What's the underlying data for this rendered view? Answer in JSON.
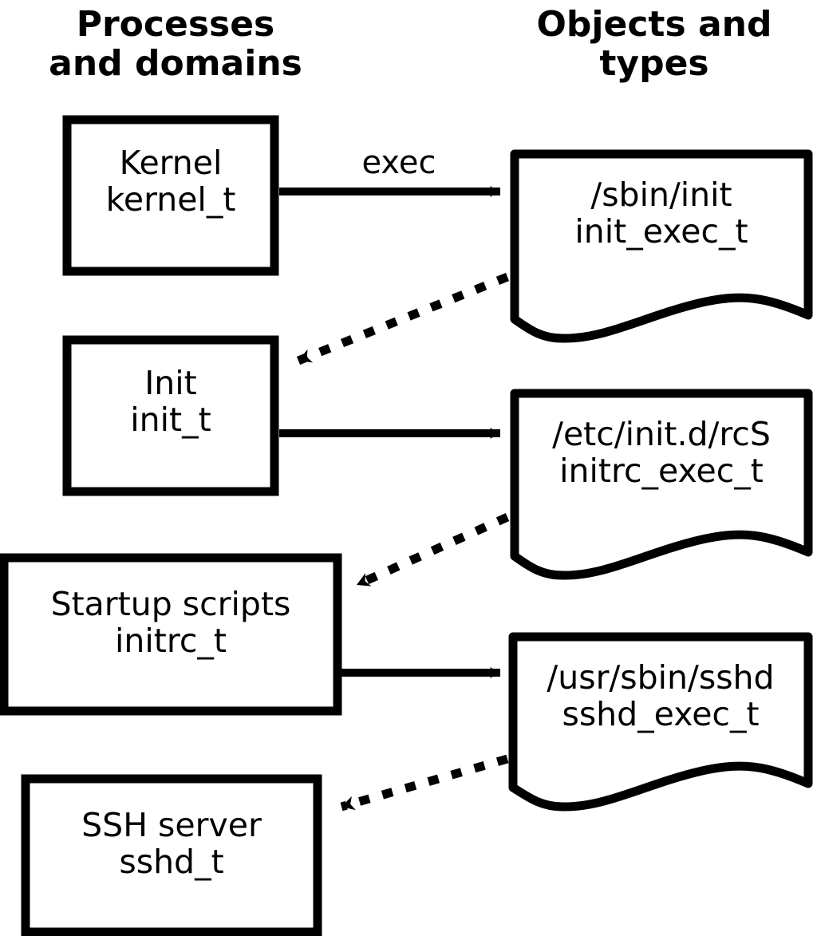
{
  "diagram": {
    "title_left": "Processes\nand domains",
    "title_right": "Objects and\ntypes",
    "colors": {
      "stroke": "#000000",
      "fill": "#ffffff",
      "text": "#000000"
    },
    "process_nodes": [
      {
        "id": "kernel",
        "name": "Kernel",
        "type": "kernel_t",
        "label": "Kernel\nkernel_t"
      },
      {
        "id": "init",
        "name": "Init",
        "type": "init_t",
        "label": "Init\ninit_t"
      },
      {
        "id": "initrc",
        "name": "Startup scripts",
        "type": "initrc_t",
        "label": "Startup scripts\ninitrc_t"
      },
      {
        "id": "sshd",
        "name": "SSH server",
        "type": "sshd_t",
        "label": "SSH server\nsshd_t"
      }
    ],
    "object_nodes": [
      {
        "id": "init_exec",
        "path": "/sbin/init",
        "type": "init_exec_t",
        "label": "/sbin/init\ninit_exec_t"
      },
      {
        "id": "initrc_exec",
        "path": "/etc/init.d/rcS",
        "type": "initrc_exec_t",
        "label": "/etc/init.d/rcS\ninitrc_exec_t"
      },
      {
        "id": "sshd_exec",
        "path": "/usr/sbin/sshd",
        "type": "sshd_exec_t",
        "label": "/usr/sbin/sshd\nsshd_exec_t"
      }
    ],
    "edges": [
      {
        "id": "e1",
        "from": "kernel",
        "to": "init_exec",
        "style": "solid",
        "label": "exec"
      },
      {
        "id": "e2",
        "from": "init_exec",
        "to": "init",
        "style": "dotted",
        "label": ""
      },
      {
        "id": "e3",
        "from": "init",
        "to": "initrc_exec",
        "style": "solid",
        "label": ""
      },
      {
        "id": "e4",
        "from": "initrc_exec",
        "to": "initrc",
        "style": "dotted",
        "label": ""
      },
      {
        "id": "e5",
        "from": "initrc",
        "to": "sshd_exec",
        "style": "solid",
        "label": ""
      },
      {
        "id": "e6",
        "from": "sshd_exec",
        "to": "sshd",
        "style": "dotted",
        "label": ""
      }
    ],
    "edge_labels": {
      "exec": "exec"
    }
  }
}
